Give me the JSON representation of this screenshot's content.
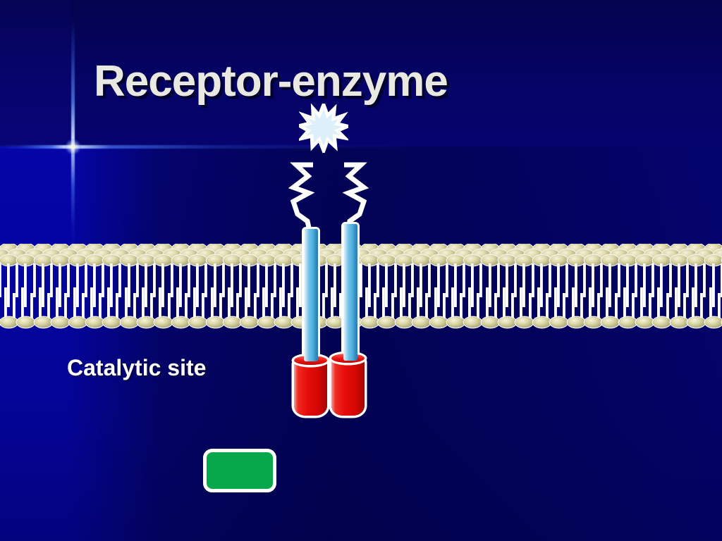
{
  "slide": {
    "title": "Receptor-enzyme",
    "labels": {
      "catalytic_site": "Catalytic site"
    },
    "colors": {
      "background_top": "#04034f",
      "background_bottom": "#0505a8",
      "title_text": "#e9e9e1",
      "label_text": "#ffffff",
      "membrane_head": "#ded9a8",
      "membrane_tail": "#ffffff",
      "transmembrane_helix": "#4eb0e0",
      "catalytic_domain": "#e60d0a",
      "green_box": "#06a84b",
      "ligand_starburst_fill": "#d8eefb",
      "ligand_starburst_edge": "#ffffff",
      "flare_core": "#fffcd8"
    },
    "diagram": {
      "name": "receptor-enzyme-membrane-diagram",
      "ligand": {
        "shape": "starburst",
        "points": 13
      },
      "receptors": [
        {
          "id": "receptor-left",
          "extracellular_domain": "white-zigzag-ribbon",
          "transmembrane_helix": "light-blue-cylinder",
          "catalytic_domain": "red-cylinder"
        },
        {
          "id": "receptor-right",
          "extracellular_domain": "white-zigzag-ribbon",
          "transmembrane_helix": "light-blue-cylinder",
          "catalytic_domain": "red-cylinder"
        }
      ],
      "membrane": {
        "name": "phospholipid-bilayer",
        "upper_leaflet_head_rows": 3,
        "lower_leaflet_head_rows": 1,
        "head_count_per_row": 42
      },
      "green_box": {
        "label": ""
      }
    }
  }
}
